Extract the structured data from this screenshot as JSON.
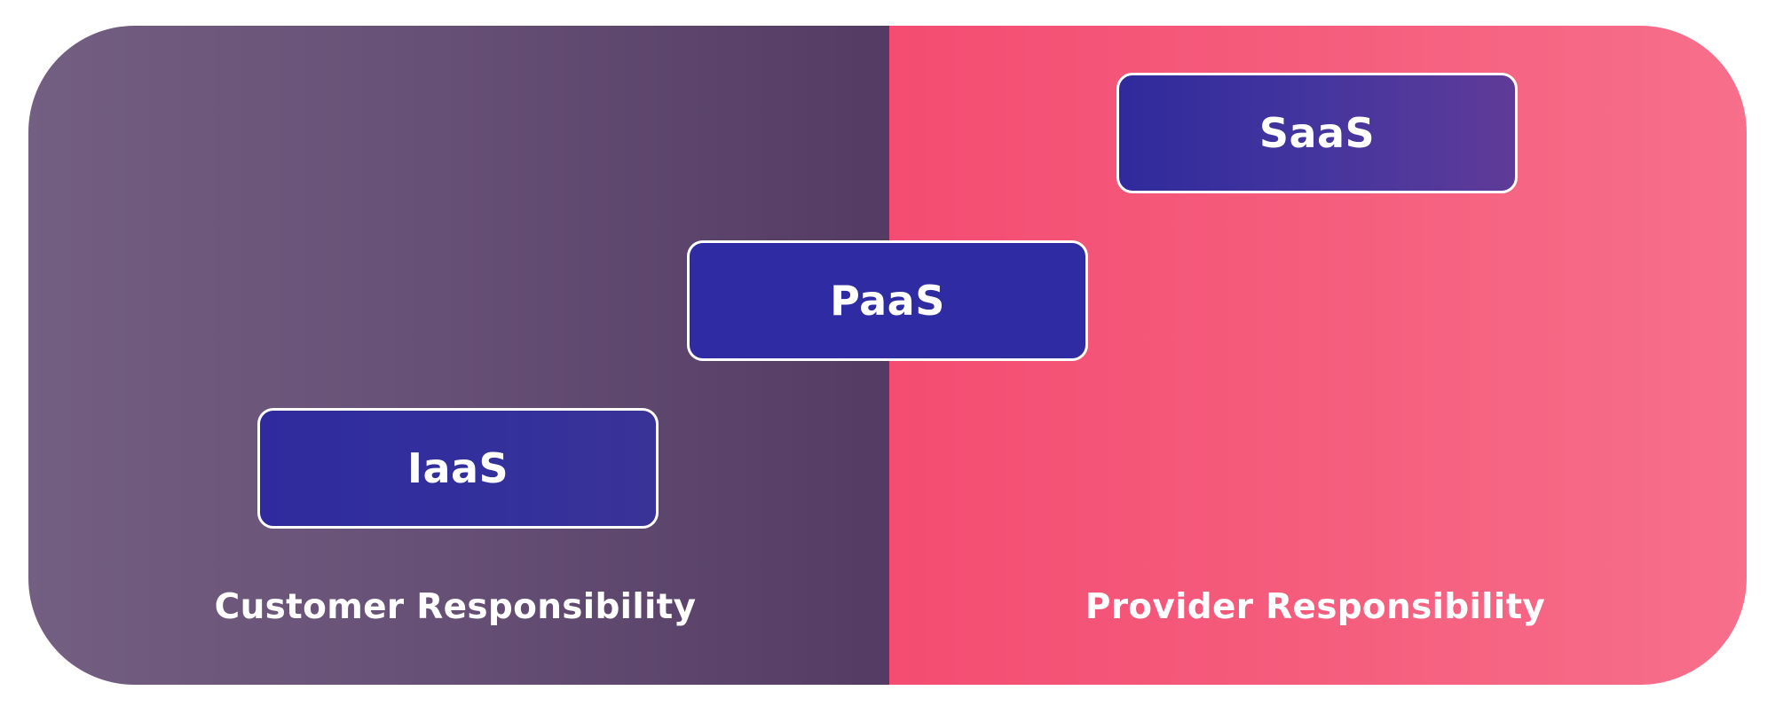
{
  "colors": {
    "customer_gradient": [
      "#735f81",
      "#533b63"
    ],
    "provider_gradient": [
      "#f44c72",
      "#f76f8b"
    ],
    "tier_fill": "#2f2ba2",
    "tier_border": "#ffffff",
    "text": "#ffffff"
  },
  "tiers": [
    {
      "label": "SaaS"
    },
    {
      "label": "PaaS"
    },
    {
      "label": "IaaS"
    }
  ],
  "regions": {
    "customer": {
      "label": "Customer Responsibility"
    },
    "provider": {
      "label": "Provider Responsibility"
    }
  }
}
